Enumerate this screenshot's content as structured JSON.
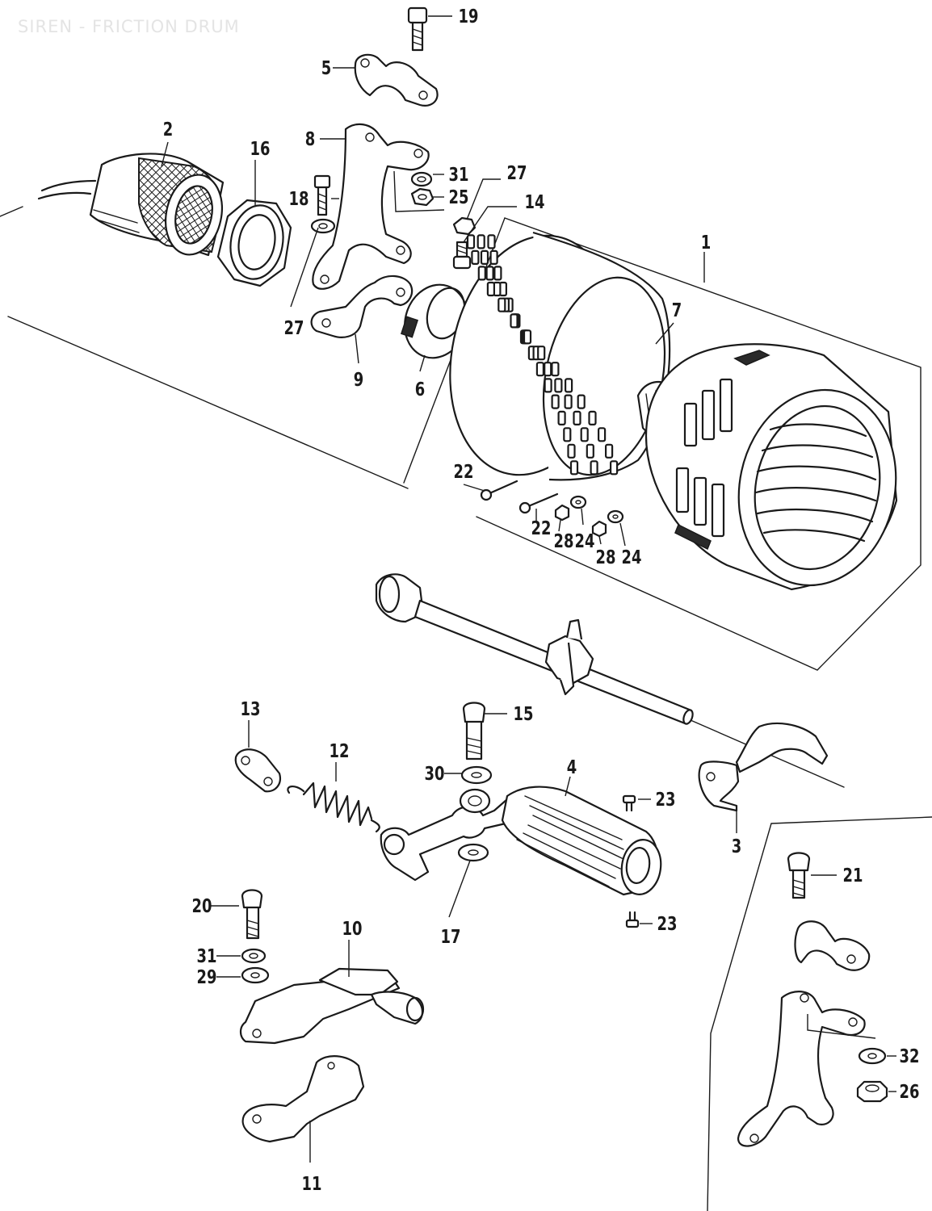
{
  "title": "SIREN - FRICTION DRUM",
  "callouts": [
    "19",
    "5",
    "2",
    "16",
    "8",
    "31",
    "27",
    "25",
    "18",
    "14",
    "1",
    "27",
    "7",
    "9",
    "6",
    "22",
    "22",
    "28",
    "24",
    "28",
    "24",
    "13",
    "12",
    "15",
    "30",
    "4",
    "23",
    "3",
    "23",
    "17",
    "21",
    "20",
    "10",
    "31",
    "29",
    "32",
    "26",
    "11"
  ]
}
